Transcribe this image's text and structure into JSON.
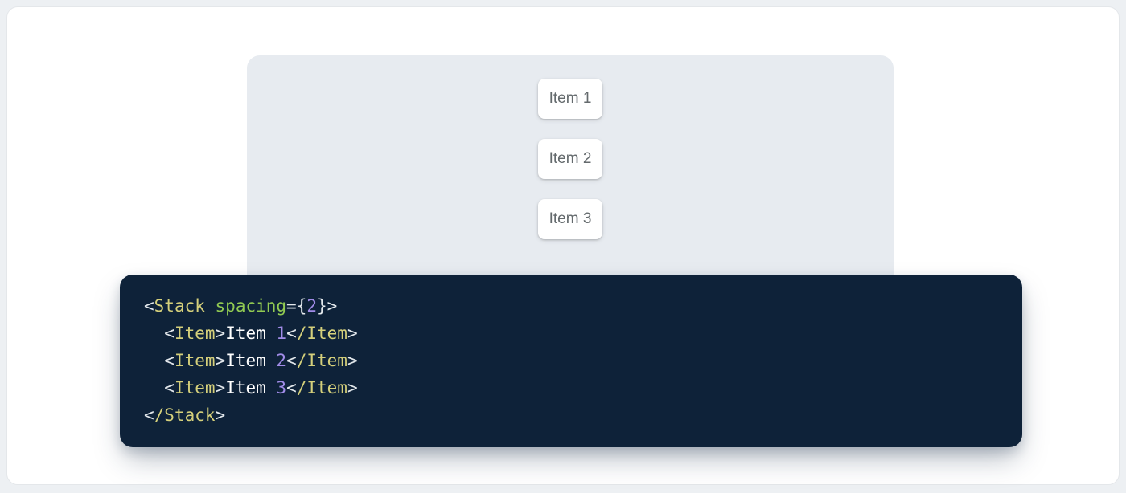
{
  "page": {
    "outer_background": "#edf0f3",
    "card_background": "#ffffff"
  },
  "demo": {
    "panel_background": "#e7ebf0",
    "items": [
      {
        "label": "Item 1"
      },
      {
        "label": "Item 2"
      },
      {
        "label": "Item 3"
      }
    ]
  },
  "code": {
    "background": "#0e2239",
    "colors": {
      "tag": "#d5d07b",
      "attr": "#91ca52",
      "num": "#a18ce8",
      "punc": "#e3e8ec",
      "text": "#ffffff"
    },
    "lines": [
      [
        {
          "t": "punc",
          "v": "<"
        },
        {
          "t": "tag",
          "v": "Stack"
        },
        {
          "t": "text",
          "v": " "
        },
        {
          "t": "attr",
          "v": "spacing"
        },
        {
          "t": "punc",
          "v": "={"
        },
        {
          "t": "num",
          "v": "2"
        },
        {
          "t": "punc",
          "v": "}>"
        }
      ],
      [
        {
          "t": "text",
          "v": "  "
        },
        {
          "t": "punc",
          "v": "<"
        },
        {
          "t": "tag",
          "v": "Item"
        },
        {
          "t": "punc",
          "v": ">"
        },
        {
          "t": "text",
          "v": "Item "
        },
        {
          "t": "num",
          "v": "1"
        },
        {
          "t": "punc",
          "v": "<"
        },
        {
          "t": "tag",
          "v": "/Item"
        },
        {
          "t": "punc",
          "v": ">"
        }
      ],
      [
        {
          "t": "text",
          "v": "  "
        },
        {
          "t": "punc",
          "v": "<"
        },
        {
          "t": "tag",
          "v": "Item"
        },
        {
          "t": "punc",
          "v": ">"
        },
        {
          "t": "text",
          "v": "Item "
        },
        {
          "t": "num",
          "v": "2"
        },
        {
          "t": "punc",
          "v": "<"
        },
        {
          "t": "tag",
          "v": "/Item"
        },
        {
          "t": "punc",
          "v": ">"
        }
      ],
      [
        {
          "t": "text",
          "v": "  "
        },
        {
          "t": "punc",
          "v": "<"
        },
        {
          "t": "tag",
          "v": "Item"
        },
        {
          "t": "punc",
          "v": ">"
        },
        {
          "t": "text",
          "v": "Item "
        },
        {
          "t": "num",
          "v": "3"
        },
        {
          "t": "punc",
          "v": "<"
        },
        {
          "t": "tag",
          "v": "/Item"
        },
        {
          "t": "punc",
          "v": ">"
        }
      ],
      [
        {
          "t": "punc",
          "v": "<"
        },
        {
          "t": "tag",
          "v": "/Stack"
        },
        {
          "t": "punc",
          "v": ">"
        }
      ]
    ]
  }
}
